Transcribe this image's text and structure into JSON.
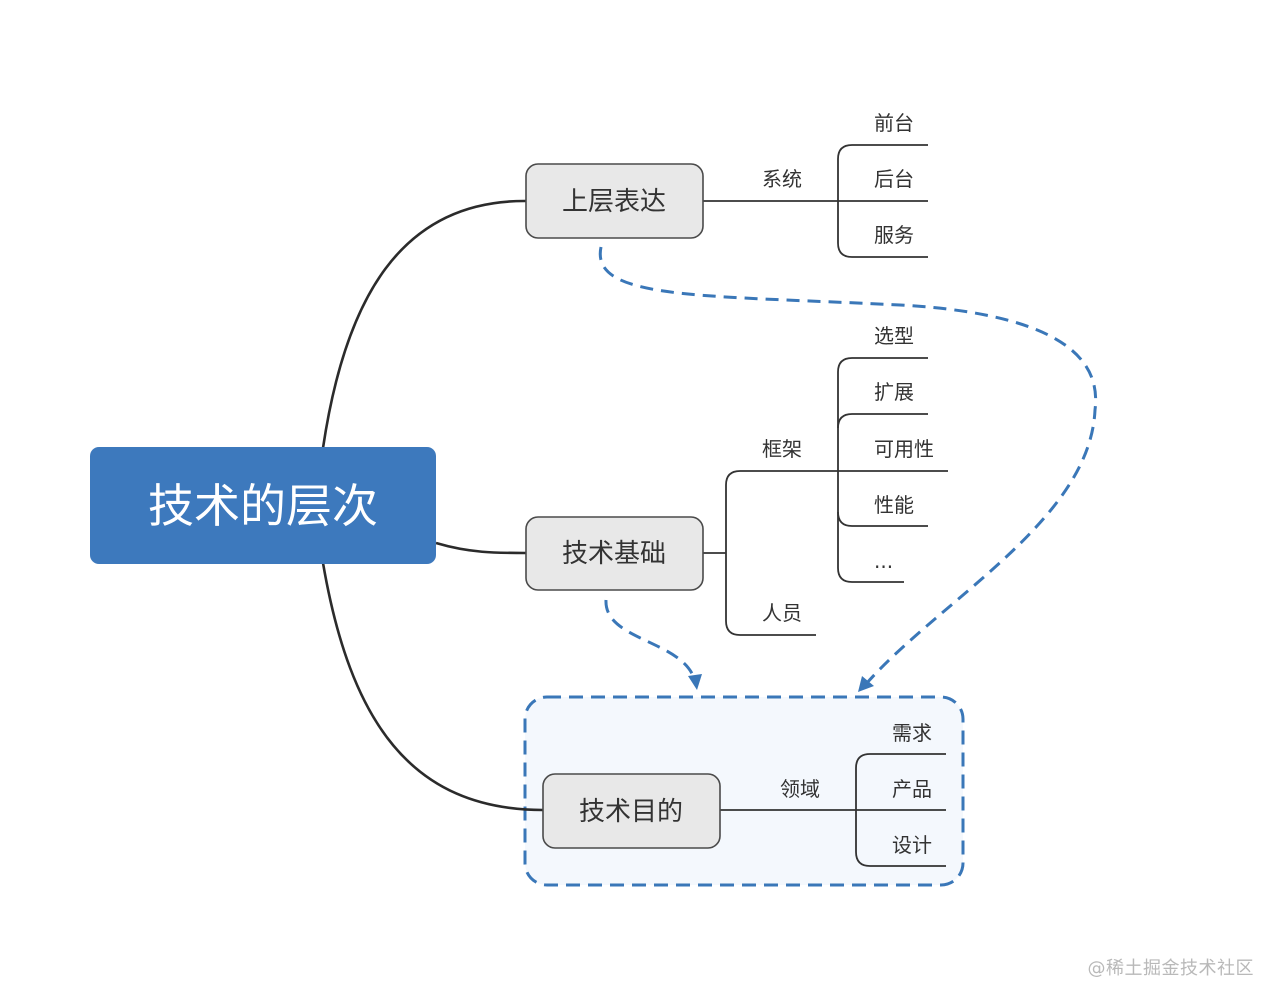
{
  "diagram": {
    "type": "mind-map",
    "colors": {
      "root_fill": "#3d79bd",
      "node_fill": "#e8e8e8",
      "relation_line": "#3a77b8",
      "zone_fill": "#f4f8fd"
    },
    "root": {
      "label": "技术的层次"
    },
    "nodes": [
      {
        "label": "上层表达",
        "children": [
          {
            "label": "系统",
            "children": [
              "前台",
              "后台",
              "服务"
            ]
          }
        ]
      },
      {
        "label": "技术基础",
        "children": [
          {
            "label": "框架",
            "children": [
              "选型",
              "扩展",
              "可用性",
              "性能",
              "..."
            ]
          },
          {
            "label": "人员",
            "children": []
          }
        ]
      },
      {
        "label": "技术目的",
        "boundary": true,
        "children": [
          {
            "label": "领域",
            "children": [
              "需求",
              "产品",
              "设计"
            ]
          }
        ]
      }
    ],
    "relationships": [
      {
        "from": "上层表达",
        "to": "技术目的",
        "style": "dashed-arrow"
      },
      {
        "from": "技术基础",
        "to": "技术目的",
        "style": "dashed-arrow"
      }
    ]
  },
  "watermark": "@稀土掘金技术社区"
}
